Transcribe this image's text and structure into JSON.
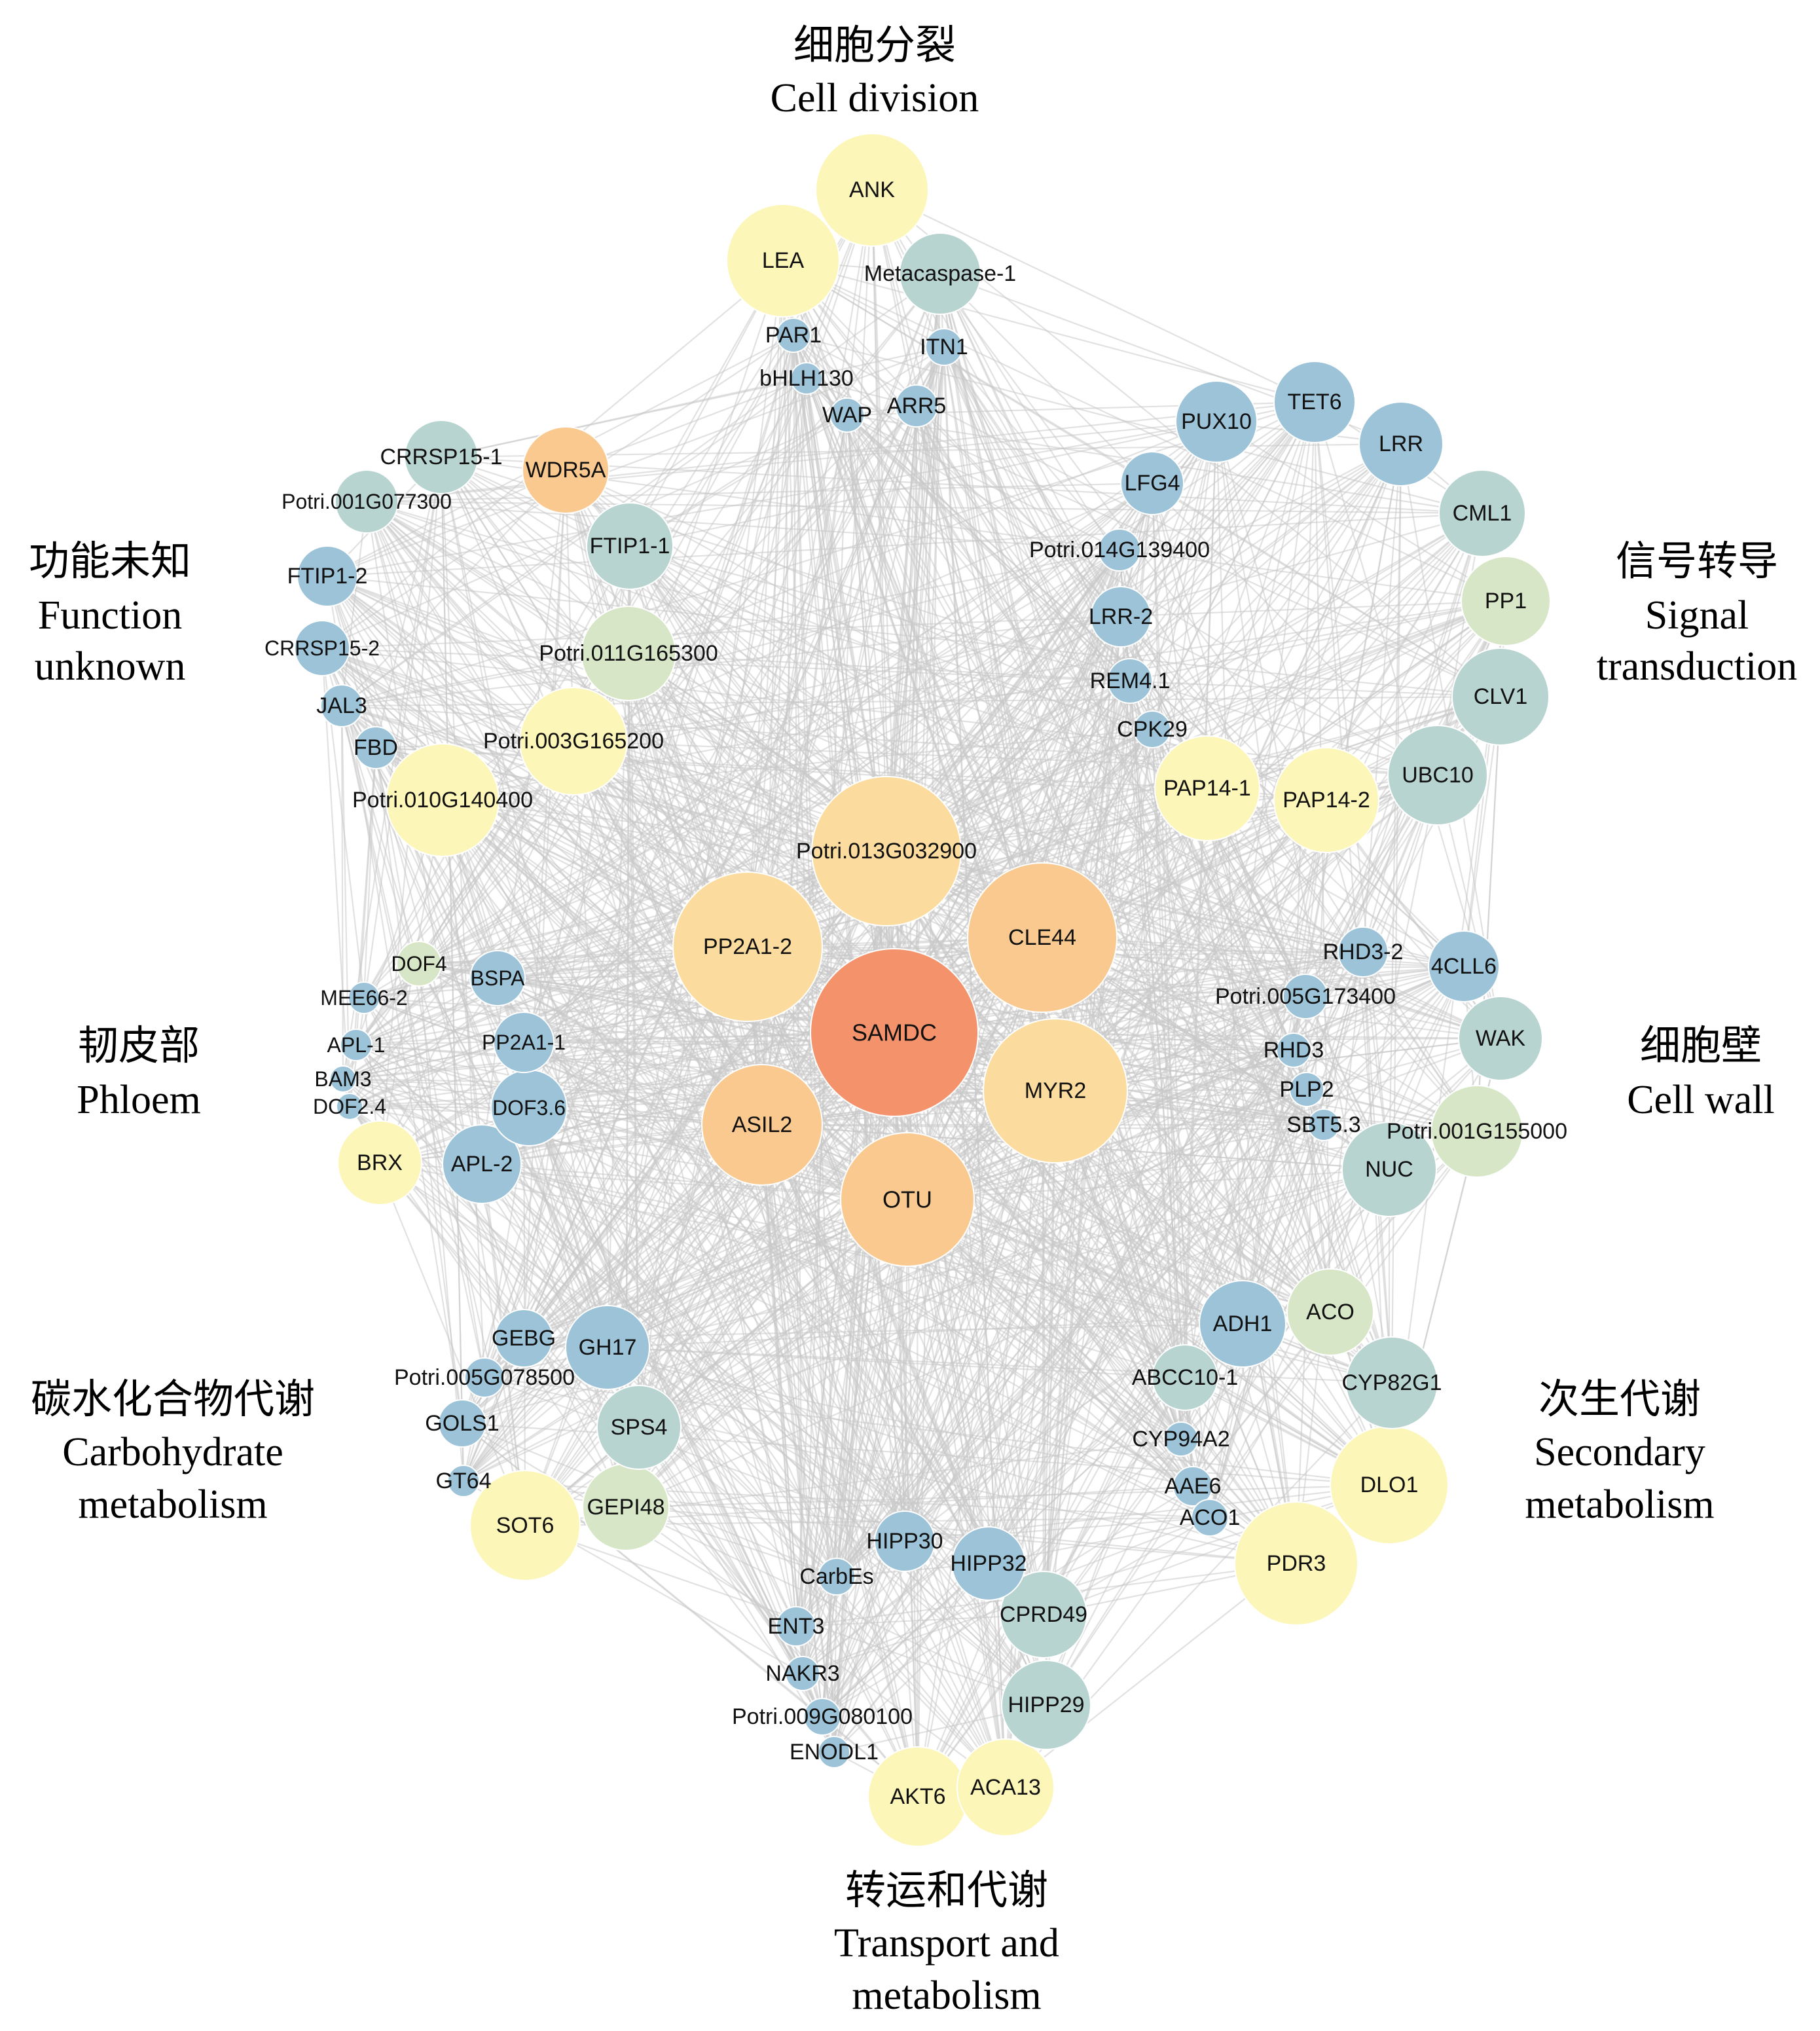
{
  "colors": {
    "hub": "#f4936b",
    "core": "#f9c98f",
    "core_light": "#fcdc9e",
    "yellow": "#fdf6b9",
    "yellow_light": "#fdf9c8",
    "blue": "#9cc3d8",
    "teal": "#b8d4d0",
    "green": "#d8e6c8",
    "edge": "#c8c8c8"
  },
  "groups": [
    {
      "id": "cell_division",
      "zh": "细胞分裂",
      "en": [
        "Cell division"
      ]
    },
    {
      "id": "signal",
      "zh": "信号转导",
      "en": [
        "Signal",
        "transduction"
      ]
    },
    {
      "id": "cell_wall",
      "zh": "细胞壁",
      "en": [
        "Cell wall"
      ]
    },
    {
      "id": "secondary",
      "zh": "次生代谢",
      "en": [
        "Secondary",
        "metabolism"
      ]
    },
    {
      "id": "transport",
      "zh": "转运和代谢",
      "en": [
        "Transport and",
        "metabolism"
      ]
    },
    {
      "id": "carbohydrate",
      "zh": "碳水化合物代谢",
      "en": [
        "Carbohydrate",
        "metabolism"
      ]
    },
    {
      "id": "phloem",
      "zh": "韧皮部",
      "en": [
        "Phloem"
      ]
    },
    {
      "id": "unknown",
      "zh": "功能未知",
      "en": [
        "Function",
        "unknown"
      ]
    }
  ],
  "nodes": [
    {
      "id": "SAMDC",
      "label": "SAMDC",
      "color": "hub",
      "group": "core"
    },
    {
      "id": "Potri.013G032900",
      "label": "Potri.013G032900",
      "color": "core_light",
      "group": "core"
    },
    {
      "id": "PP2A1-2",
      "label": "PP2A1-2",
      "color": "core_light",
      "group": "core"
    },
    {
      "id": "CLE44",
      "label": "CLE44",
      "color": "core",
      "group": "core"
    },
    {
      "id": "MYR2",
      "label": "MYR2",
      "color": "core_light",
      "group": "core"
    },
    {
      "id": "ASIL2",
      "label": "ASIL2",
      "color": "core",
      "group": "core"
    },
    {
      "id": "OTU",
      "label": "OTU",
      "color": "core",
      "group": "core"
    },
    {
      "id": "ANK",
      "label": "ANK",
      "color": "yellow",
      "group": "cell_division"
    },
    {
      "id": "LEA",
      "label": "LEA",
      "color": "yellow",
      "group": "cell_division"
    },
    {
      "id": "Metacaspase-1",
      "label": "Metacaspase-1",
      "color": "teal",
      "group": "cell_division"
    },
    {
      "id": "PAR1",
      "label": "PAR1",
      "color": "blue",
      "group": "cell_division"
    },
    {
      "id": "ITN1",
      "label": "ITN1",
      "color": "blue",
      "group": "cell_division"
    },
    {
      "id": "bHLH130",
      "label": "bHLH130",
      "color": "blue",
      "group": "cell_division"
    },
    {
      "id": "WAP",
      "label": "WAP",
      "color": "blue",
      "group": "cell_division"
    },
    {
      "id": "ARR5",
      "label": "ARR5",
      "color": "blue",
      "group": "cell_division"
    },
    {
      "id": "TET6",
      "label": "TET6",
      "color": "blue",
      "group": "signal"
    },
    {
      "id": "PUX10",
      "label": "PUX10",
      "color": "blue",
      "group": "signal"
    },
    {
      "id": "LRR",
      "label": "LRR",
      "color": "blue",
      "group": "signal"
    },
    {
      "id": "CML1",
      "label": "CML1",
      "color": "teal",
      "group": "signal"
    },
    {
      "id": "LFG4",
      "label": "LFG4",
      "color": "blue",
      "group": "signal"
    },
    {
      "id": "Potri.014G139400",
      "label": "Potri.014G139400",
      "color": "blue",
      "group": "signal"
    },
    {
      "id": "PP1",
      "label": "PP1",
      "color": "green",
      "group": "signal"
    },
    {
      "id": "LRR-2",
      "label": "LRR-2",
      "color": "blue",
      "group": "signal"
    },
    {
      "id": "CLV1",
      "label": "CLV1",
      "color": "teal",
      "group": "signal"
    },
    {
      "id": "REM4.1",
      "label": "REM4.1",
      "color": "blue",
      "group": "signal"
    },
    {
      "id": "CPK29",
      "label": "CPK29",
      "color": "blue",
      "group": "signal"
    },
    {
      "id": "UBC10",
      "label": "UBC10",
      "color": "teal",
      "group": "signal"
    },
    {
      "id": "PAP14-1",
      "label": "PAP14-1",
      "color": "yellow",
      "group": "signal"
    },
    {
      "id": "PAP14-2",
      "label": "PAP14-2",
      "color": "yellow",
      "group": "signal"
    },
    {
      "id": "RHD3-2",
      "label": "RHD3-2",
      "color": "blue",
      "group": "cell_wall"
    },
    {
      "id": "4CLL6",
      "label": "4CLL6",
      "color": "blue",
      "group": "cell_wall"
    },
    {
      "id": "Potri.005G173400",
      "label": "Potri.005G173400",
      "color": "blue",
      "group": "cell_wall"
    },
    {
      "id": "WAK",
      "label": "WAK",
      "color": "teal",
      "group": "cell_wall"
    },
    {
      "id": "RHD3",
      "label": "RHD3",
      "color": "blue",
      "group": "cell_wall"
    },
    {
      "id": "PLP2",
      "label": "PLP2",
      "color": "blue",
      "group": "cell_wall"
    },
    {
      "id": "SBT5.3",
      "label": "SBT5.3",
      "color": "blue",
      "group": "cell_wall"
    },
    {
      "id": "Potri.001G155000",
      "label": "Potri.001G155000",
      "color": "green",
      "group": "cell_wall"
    },
    {
      "id": "NUC",
      "label": "NUC",
      "color": "teal",
      "group": "cell_wall"
    },
    {
      "id": "ADH1",
      "label": "ADH1",
      "color": "blue",
      "group": "secondary"
    },
    {
      "id": "ACO",
      "label": "ACO",
      "color": "green",
      "group": "secondary"
    },
    {
      "id": "ABCC10-1",
      "label": "ABCC10-1",
      "color": "teal",
      "group": "secondary"
    },
    {
      "id": "CYP82G1",
      "label": "CYP82G1",
      "color": "teal",
      "group": "secondary"
    },
    {
      "id": "CYP94A2",
      "label": "CYP94A2",
      "color": "blue",
      "group": "secondary"
    },
    {
      "id": "AAE6",
      "label": "AAE6",
      "color": "blue",
      "group": "secondary"
    },
    {
      "id": "DLO1",
      "label": "DLO1",
      "color": "yellow",
      "group": "secondary"
    },
    {
      "id": "ACO1",
      "label": "ACO1",
      "color": "blue",
      "group": "secondary"
    },
    {
      "id": "PDR3",
      "label": "PDR3",
      "color": "yellow",
      "group": "secondary"
    },
    {
      "id": "HIPP30",
      "label": "HIPP30",
      "color": "blue",
      "group": "transport"
    },
    {
      "id": "CarbEs",
      "label": "CarbEs",
      "color": "blue",
      "group": "transport"
    },
    {
      "id": "HIPP32",
      "label": "HIPP32",
      "color": "blue",
      "group": "transport"
    },
    {
      "id": "CPRD49",
      "label": "CPRD49",
      "color": "teal",
      "group": "transport"
    },
    {
      "id": "ENT3",
      "label": "ENT3",
      "color": "blue",
      "group": "transport"
    },
    {
      "id": "NAKR3",
      "label": "NAKR3",
      "color": "blue",
      "group": "transport"
    },
    {
      "id": "HIPP29",
      "label": "HIPP29",
      "color": "teal",
      "group": "transport"
    },
    {
      "id": "Potri.009G080100",
      "label": "Potri.009G080100",
      "color": "blue",
      "group": "transport"
    },
    {
      "id": "ENODL1",
      "label": "ENODL1",
      "color": "blue",
      "group": "transport"
    },
    {
      "id": "AKT6",
      "label": "AKT6",
      "color": "yellow",
      "group": "transport"
    },
    {
      "id": "ACA13",
      "label": "ACA13",
      "color": "yellow",
      "group": "transport"
    },
    {
      "id": "GEBG",
      "label": "GEBG",
      "color": "blue",
      "group": "carbohydrate"
    },
    {
      "id": "GH17",
      "label": "GH17",
      "color": "blue",
      "group": "carbohydrate"
    },
    {
      "id": "Potri.005G078500",
      "label": "Potri.005G078500",
      "color": "blue",
      "group": "carbohydrate"
    },
    {
      "id": "GOLS1",
      "label": "GOLS1",
      "color": "blue",
      "group": "carbohydrate"
    },
    {
      "id": "SPS4",
      "label": "SPS4",
      "color": "teal",
      "group": "carbohydrate"
    },
    {
      "id": "GT64",
      "label": "GT64",
      "color": "blue",
      "group": "carbohydrate"
    },
    {
      "id": "GEPI48",
      "label": "GEPI48",
      "color": "green",
      "group": "carbohydrate"
    },
    {
      "id": "SOT6",
      "label": "SOT6",
      "color": "yellow",
      "group": "carbohydrate"
    },
    {
      "id": "DOF4",
      "label": "DOF4",
      "color": "green",
      "group": "phloem"
    },
    {
      "id": "BSPA",
      "label": "BSPA",
      "color": "blue",
      "group": "phloem"
    },
    {
      "id": "MEE66-2",
      "label": "MEE66-2",
      "color": "blue",
      "group": "phloem"
    },
    {
      "id": "APL-1",
      "label": "APL-1",
      "color": "blue",
      "group": "phloem"
    },
    {
      "id": "PP2A1-1",
      "label": "PP2A1-1",
      "color": "blue",
      "group": "phloem"
    },
    {
      "id": "BAM3",
      "label": "BAM3",
      "color": "blue",
      "group": "phloem"
    },
    {
      "id": "DOF2.4",
      "label": "DOF2.4",
      "color": "blue",
      "group": "phloem"
    },
    {
      "id": "DOF3.6",
      "label": "DOF3.6",
      "color": "blue",
      "group": "phloem"
    },
    {
      "id": "BRX",
      "label": "BRX",
      "color": "yellow",
      "group": "phloem"
    },
    {
      "id": "APL-2",
      "label": "APL-2",
      "color": "blue",
      "group": "phloem"
    },
    {
      "id": "CRRSP15-1",
      "label": "CRRSP15-1",
      "color": "teal",
      "group": "unknown"
    },
    {
      "id": "WDR5A",
      "label": "WDR5A",
      "color": "core",
      "group": "unknown"
    },
    {
      "id": "Potri.001G077300",
      "label": "Potri.001G077300",
      "color": "teal",
      "group": "unknown"
    },
    {
      "id": "FTIP1-1",
      "label": "FTIP1-1",
      "color": "teal",
      "group": "unknown"
    },
    {
      "id": "FTIP1-2",
      "label": "FTIP1-2",
      "color": "blue",
      "group": "unknown"
    },
    {
      "id": "Potri.011G165300",
      "label": "Potri.011G165300",
      "color": "green",
      "group": "unknown"
    },
    {
      "id": "CRRSP15-2",
      "label": "CRRSP15-2",
      "color": "blue",
      "group": "unknown"
    },
    {
      "id": "JAL3",
      "label": "JAL3",
      "color": "blue",
      "group": "unknown"
    },
    {
      "id": "Potri.003G165200",
      "label": "Potri.003G165200",
      "color": "yellow",
      "group": "unknown"
    },
    {
      "id": "FBD",
      "label": "FBD",
      "color": "blue",
      "group": "unknown"
    },
    {
      "id": "Potri.010G140400",
      "label": "Potri.010G140400",
      "color": "yellow",
      "group": "unknown"
    }
  ]
}
